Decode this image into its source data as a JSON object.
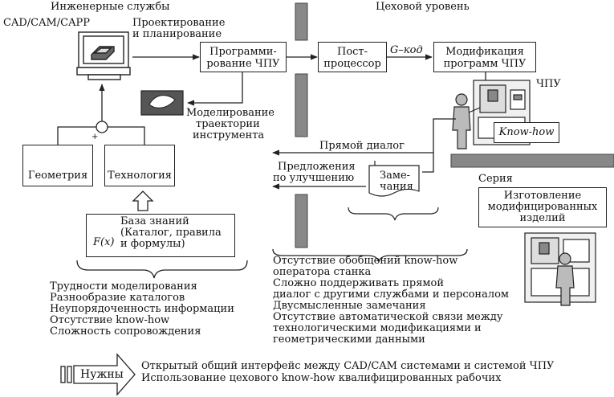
{
  "header": {
    "left": "Инженерные службы",
    "right": "Цеховой уровень"
  },
  "cad": {
    "label": "CAD/CAM/CAPP",
    "planning": [
      "Проектирование",
      "и планирование"
    ]
  },
  "boxes": {
    "cnc_programming": [
      "Программи-",
      "рование ЧПУ"
    ],
    "postprocessor": [
      "Пост-",
      "процессор"
    ],
    "gcode": "G–код",
    "modification": [
      "Модификация",
      "программ ЧПУ"
    ],
    "geometry": "Геометрия",
    "technology": "Технология",
    "knowledge_base": [
      "База знаний",
      "(Каталог, правила",
      "и формулы)"
    ],
    "formula": "F(x)",
    "remarks": [
      "Заме-",
      "чания"
    ],
    "series_production": [
      "Изготовление",
      "модифицированных",
      "изделий"
    ]
  },
  "labels": {
    "toolpath": [
      "Моделирование",
      "траектории",
      "инструмента"
    ],
    "cnc": "ЧПУ",
    "knowhow": "Know-how",
    "direct_dialog": "Прямой диалог",
    "improvements": [
      "Предложения",
      "по улучшению"
    ],
    "series": "Серия"
  },
  "left_issues": [
    "Трудности моделирования",
    "Разнообразие каталогов",
    "Неупорядоченность информации",
    "Отсутствие know-how",
    "Сложность сопровождения"
  ],
  "right_issues": [
    "Отсутствие обобщений know-how",
    "оператора станка",
    "Сложно поддерживать прямой",
    "диалог с другими службами и персоналом",
    "Двусмысленные замечания",
    "Отсутствие автоматической связи между",
    "технологическими модификациями и",
    "геометрическими данными"
  ],
  "needs": {
    "label": "Нужны",
    "items": [
      "Открытый общий интерфейс между CAD/CAM системами и системой ЧПУ",
      "Использование цехового know-how квалифицированных рабочих"
    ]
  }
}
